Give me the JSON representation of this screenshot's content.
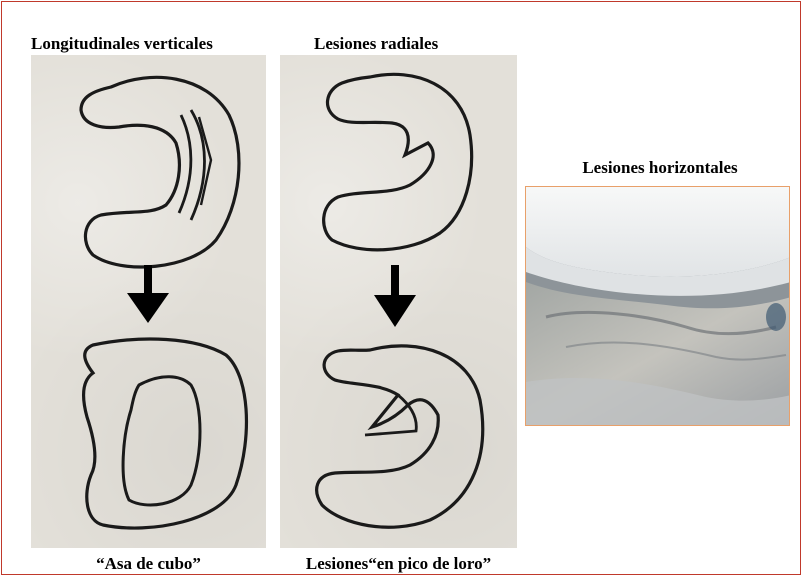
{
  "labels": {
    "longitudinal_title": "Longitudinales verticales",
    "radial_title": "Lesiones radiales",
    "horizontal_title": "Lesiones horizontales",
    "bucket_handle_caption": "“Asa de cubo”",
    "parrot_beak_caption": "Lesiones“en pico de loro”"
  },
  "colors": {
    "border": "#c0392b",
    "photo_border": "#e8a06a",
    "panel_background": "#e3e0d9",
    "ink": "#1a1a1a"
  },
  "icons": {
    "arrow": "arrow-down-icon"
  }
}
